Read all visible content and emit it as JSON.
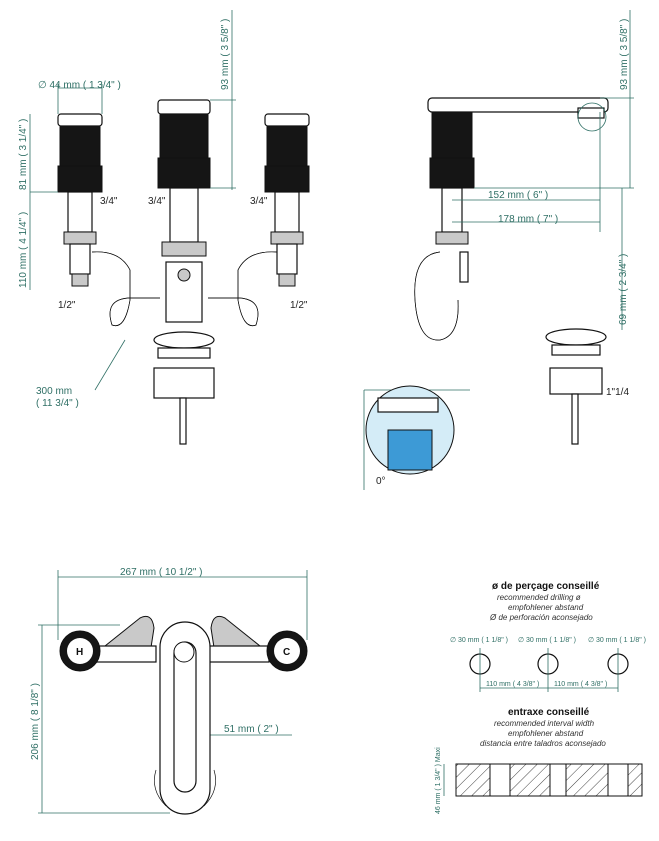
{
  "front_view": {
    "d_cap": "∅  44 mm ( 1 3/4\" )",
    "h_top": "93 mm ( 3 5/8\" )",
    "h_handle": "81 mm ( 3 1/4\" )",
    "h_body": "110 mm ( 4 1/4\" )",
    "thread_left": "3/4\"",
    "thread_center": "3/4\"",
    "thread_right": "3/4\"",
    "conn_left": "1/2\"",
    "conn_right": "1/2\"",
    "hose_len": "300 mm",
    "hose_len_in": "( 11 3/4\" )"
  },
  "side_view": {
    "h_top": "93 mm ( 3 5/8\" )",
    "reach_1": "152 mm ( 6\" )",
    "reach_2": "178 mm ( 7\" )",
    "h_spout": "69 mm ( 2 3/4\" )",
    "drain_thread": "1\"1/4",
    "angle": "0°"
  },
  "plan_view": {
    "width": "267 mm ( 10 1/2\" )",
    "depth": "206 mm ( 8 1/8\" )",
    "offset": "51 mm ( 2\" )",
    "hot_label": "H",
    "cold_label": "C"
  },
  "drilling": {
    "title": "ø de perçage conseillé",
    "en": "recommended drilling ø",
    "de": "empfohlener abstand",
    "es": "Ø de perforación aconsejado",
    "hole_1": "∅  30 mm  ( 1 1/8\" )",
    "hole_2": "∅  30 mm  ( 1 1/8\" )",
    "hole_3": "∅  30 mm  ( 1 1/8\" )",
    "spacing_1": "110 mm  ( 4 3/8\" )",
    "spacing_2": "110 mm  ( 4 3/8\" )"
  },
  "interval": {
    "title": "entraxe conseillé",
    "en": "recommended interval width",
    "de": "empfohlener abstand",
    "es": "distancia entre taladros aconsejado",
    "thickness": "46 mm ( 1 3/4\" ) Maxi"
  }
}
